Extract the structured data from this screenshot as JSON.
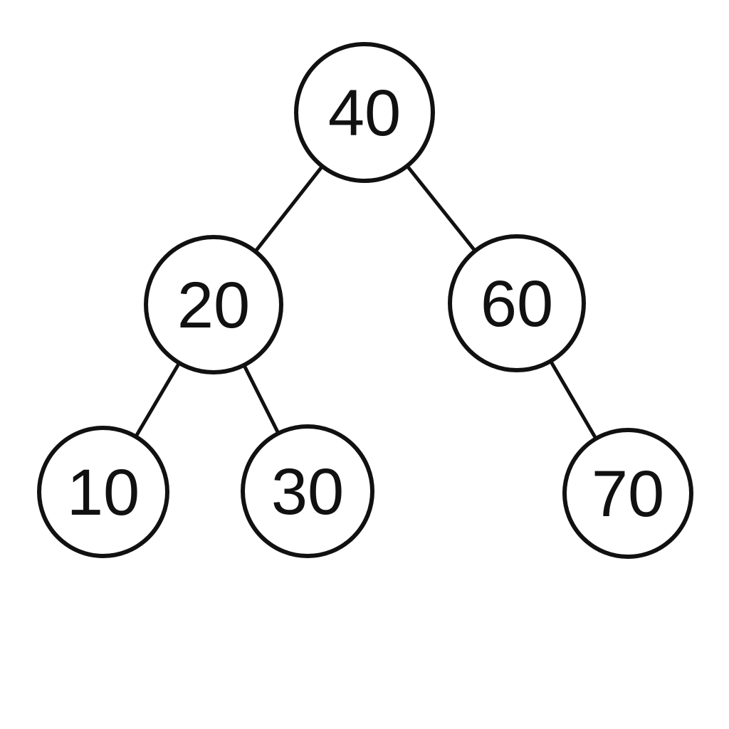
{
  "diagram": {
    "type": "binary-search-tree",
    "title": "",
    "colors": {
      "background": "#ffffff",
      "node_fill": "#ffffff",
      "stroke": "#111111",
      "text": "#111111"
    },
    "nodes": [
      {
        "label": "40",
        "role": "root"
      },
      {
        "label": "20",
        "role": "left-child-of-40"
      },
      {
        "label": "60",
        "role": "right-child-of-40"
      },
      {
        "label": "10",
        "role": "left-child-of-20"
      },
      {
        "label": "30",
        "role": "right-child-of-20"
      },
      {
        "label": "70",
        "role": "right-child-of-60"
      }
    ],
    "edges": [
      {
        "from": "40",
        "to": "20"
      },
      {
        "from": "40",
        "to": "60"
      },
      {
        "from": "20",
        "to": "10"
      },
      {
        "from": "20",
        "to": "30"
      },
      {
        "from": "60",
        "to": "70"
      }
    ]
  }
}
